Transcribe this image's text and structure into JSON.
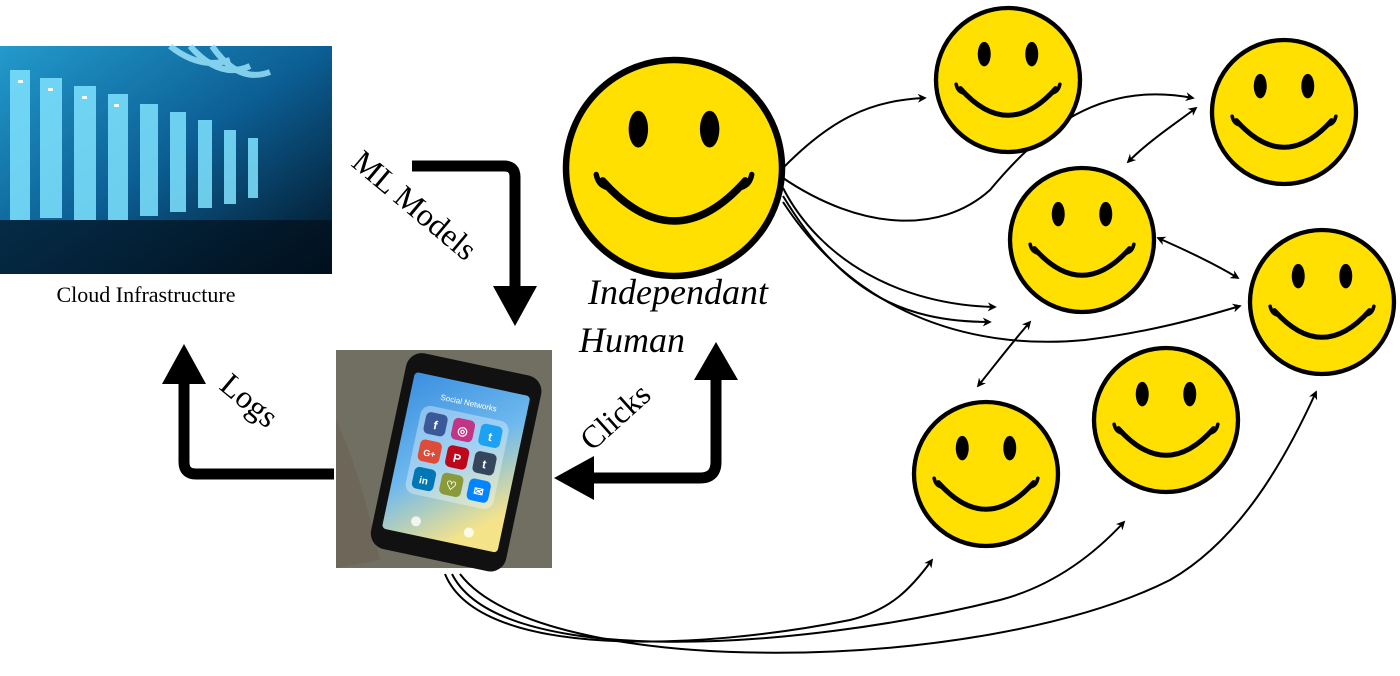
{
  "labels": {
    "cloud": "Cloud Infrastructure",
    "ml_models": "ML Models",
    "logs": "Logs",
    "clicks": "Clicks",
    "human_line1": "Independant",
    "human_line2": "Human"
  },
  "phone": {
    "screen_title": "Social Networks",
    "apps": [
      "f",
      "◎",
      "t",
      "G+",
      "P",
      "t",
      "in",
      "♡",
      "✉"
    ]
  },
  "colors": {
    "smiley_fill": "#FFE000",
    "smiley_stroke": "#000000",
    "server_blue": "#1E9FE0",
    "server_dark": "#03121F",
    "phone_bg": "#8B8270",
    "phone_screen": "#4FA3E8",
    "arrow": "#000000"
  },
  "icons": {
    "smiley": "smiley-face-icon",
    "server": "server-rack-image",
    "phone": "smartphone-image"
  }
}
